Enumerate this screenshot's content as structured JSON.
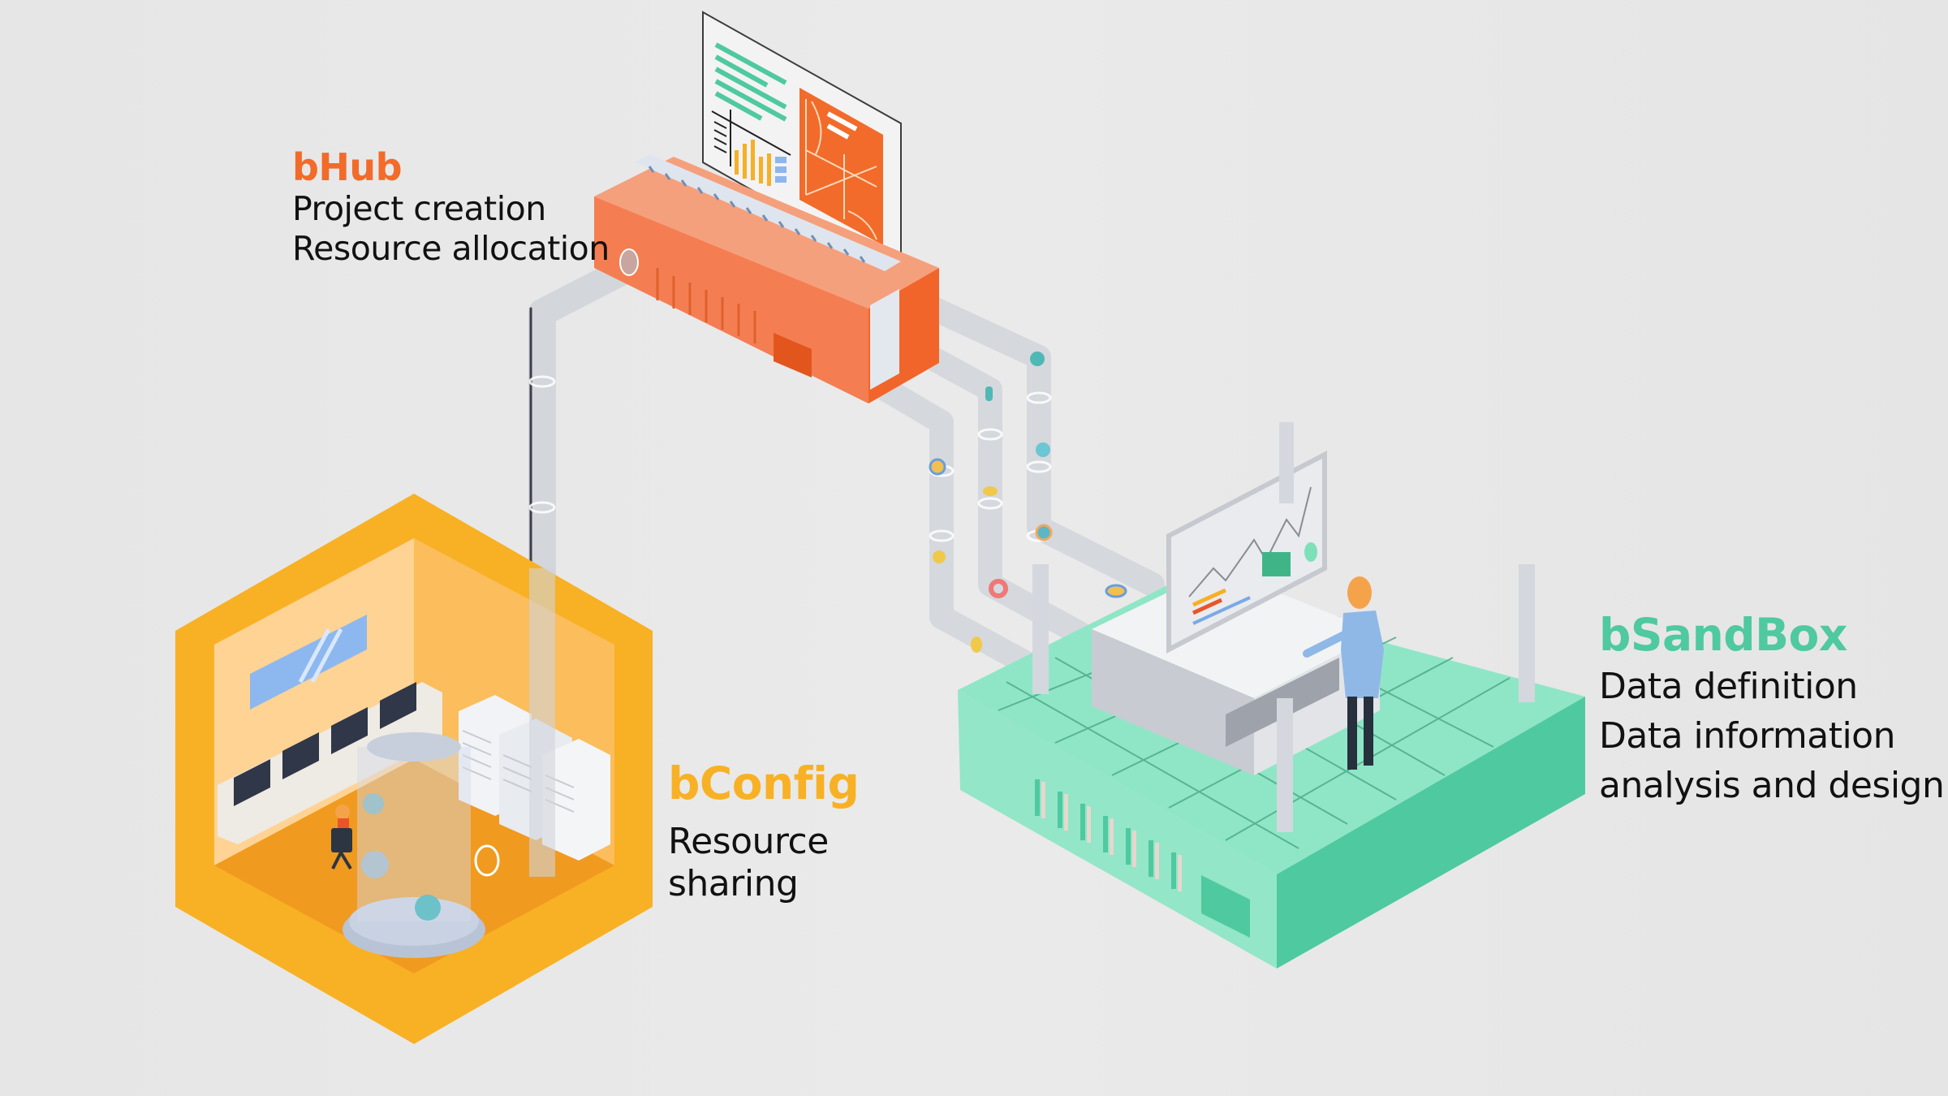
{
  "background_color": "#e8e8e8",
  "modules": {
    "bhub": {
      "title": "bHub",
      "color": "#f26b2a",
      "lines": [
        "Project creation",
        "Resource allocation"
      ]
    },
    "bconfig": {
      "title": "bConfig",
      "color": "#f8b125",
      "lines": [
        "Resource",
        "sharing"
      ]
    },
    "bsandbox": {
      "title": "bSandBox",
      "color": "#4fc9a0",
      "lines": [
        "Data definition",
        "Data information",
        "analysis and design"
      ]
    }
  },
  "illustration": {
    "bhub_device": "orange server unit with transparent dashboard display",
    "bconfig_room": "hexagonal control room with operator, monitors, server racks and data capsule",
    "bsandbox_platform": "green isometric platform with analyst at control console",
    "connections": "translucent data pipes carrying data capsules",
    "icon_names": [
      "server-icon",
      "dashboard-icon",
      "control-room-icon",
      "pipe-icon",
      "data-capsule-icon",
      "analyst-icon",
      "operator-icon"
    ]
  }
}
